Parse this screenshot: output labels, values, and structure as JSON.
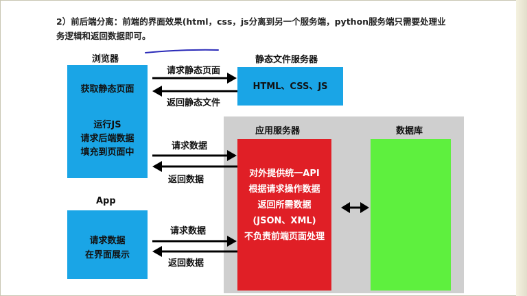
{
  "heading": {
    "line1": "2）前后端分离：前端的界面效果(html，css，js分离到另一个服务端，python服务端只需要处理业",
    "line2": "务逻辑和返回数据即可。"
  },
  "browser": {
    "title": "浏览器",
    "line_a": "获取静态页面",
    "line_b": "运行JS",
    "line_c": "请求后端数据",
    "line_d": "填充到页面中"
  },
  "static_server": {
    "title": "静态文件服务器",
    "content": "HTML、CSS、JS"
  },
  "app_server": {
    "title": "应用服务器",
    "lines": [
      "对外提供统一API",
      "根据请求操作数据",
      "返回所需数据",
      "(JSON、XML)",
      "不负责前端页面处理"
    ]
  },
  "database": {
    "title": "数据库"
  },
  "app": {
    "title": "App",
    "line_a": "请求数据",
    "line_b": "在界面展示"
  },
  "arrows": {
    "req_static": "请求静态页面",
    "ret_static": "返回静态文件",
    "req_data_1": "请求数据",
    "ret_data_1": "返回数据",
    "req_data_2": "请求数据",
    "ret_data_2": "返回数据"
  },
  "colors": {
    "blue": "#1aa5e6",
    "red": "#e01f26",
    "green": "#5ef03e",
    "gray": "#cfcfcf",
    "pen": "#2a2ab8"
  }
}
